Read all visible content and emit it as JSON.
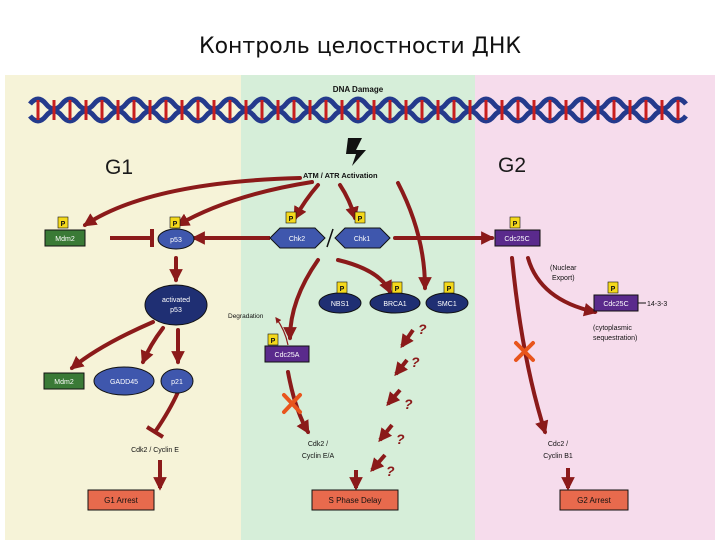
{
  "title": "Контроль целостности ДНК",
  "phases": {
    "g1": "G1",
    "g2": "G2"
  },
  "colors": {
    "g1_bg": "#f6f3d8",
    "s_bg": "#d6eed9",
    "g2_bg": "#f6dcec",
    "arrow": "#8b1a1a",
    "node_blue": "#3f57ad",
    "node_navy": "#1f2f73",
    "node_green": "#3a7a36",
    "node_purple": "#5a2a8c",
    "arrest_box": "#e86a4d",
    "phospho_badge": "#f4d91c",
    "x_mark": "#e8551c"
  },
  "header": {
    "dna_damage": "DNA Damage",
    "activation": "ATM / ATR Activation"
  },
  "nodes": {
    "mdm2_top": "Mdm2",
    "p53": "p53",
    "chk2": "Chk2",
    "chk1": "Chk1",
    "cdc25c": "Cdc25C",
    "activated_p53_line1": "activated",
    "activated_p53_line2": "p53",
    "nbs1": "NBS1",
    "brca1": "BRCA1",
    "smc1": "SMC1",
    "cdc25c_2": "Cdc25C",
    "binding_partner": "14-3-3",
    "mdm2_bottom": "Mdm2",
    "gadd45": "GADD45",
    "p21": "p21",
    "cdc25a": "Cdc25A",
    "phospho": "P"
  },
  "labels": {
    "degradation": "Degradation",
    "nuclear_export_line1": "(Nuclear",
    "nuclear_export_line2": "Export)",
    "cyto_line1": "(cytoplasmic",
    "cyto_line2": "sequestration)",
    "cdk2_cyclin_e": "Cdk2 / Cyclin E",
    "cdk2_cyclin_ea_line1": "Cdk2 /",
    "cdk2_cyclin_ea_line2": "Cyclin E/A",
    "cdc2_cyclin_b1_line1": "Cdc2 /",
    "cdc2_cyclin_b1_line2": "Cyclin B1",
    "question": "?"
  },
  "outcomes": {
    "g1_arrest": "G1 Arrest",
    "s_delay": "S Phase Delay",
    "g2_arrest": "G2 Arrest"
  }
}
